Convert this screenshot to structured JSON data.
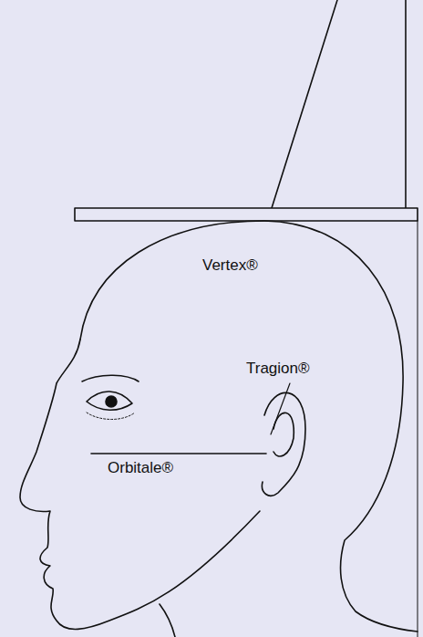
{
  "diagram": {
    "labels": [
      "Vertex®",
      "Tragion®",
      "Orbitale®"
    ]
  }
}
